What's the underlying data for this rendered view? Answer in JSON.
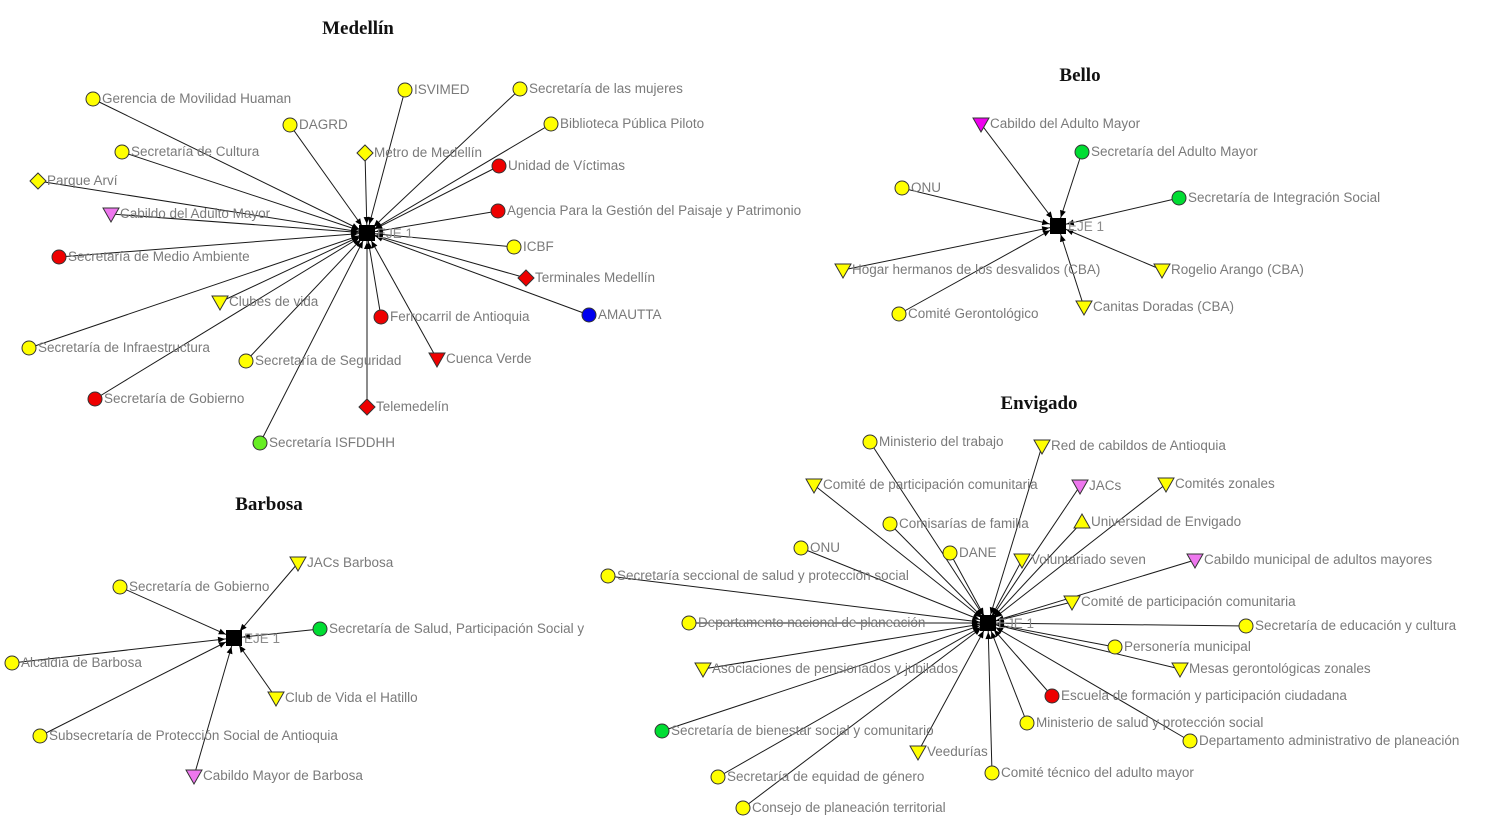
{
  "colors": {
    "yellow": "#ffff00",
    "red": "#ee0000",
    "green_light": "#66ee22",
    "green": "#00dd33",
    "blue": "#0000ee",
    "pink": "#ee77ee",
    "magenta": "#ee00ee",
    "hub": "#000000"
  },
  "networks": [
    {
      "id": "medellin",
      "title": "Medellín",
      "hub_label": "EJE 1",
      "nodes": [
        {
          "label": "Gerencia de Movilidad Huaman",
          "shape": "circle",
          "color": "yellow"
        },
        {
          "label": "ISVIMED",
          "shape": "circle",
          "color": "yellow"
        },
        {
          "label": "Secretaría de las mujeres",
          "shape": "circle",
          "color": "yellow"
        },
        {
          "label": "DAGRD",
          "shape": "circle",
          "color": "yellow"
        },
        {
          "label": "Biblioteca Pública Piloto",
          "shape": "circle",
          "color": "yellow"
        },
        {
          "label": "Secretaría de Cultura",
          "shape": "circle",
          "color": "yellow"
        },
        {
          "label": "Metro de Medellín",
          "shape": "diamond",
          "color": "yellow"
        },
        {
          "label": "Unidad de Víctimas",
          "shape": "circle",
          "color": "red"
        },
        {
          "label": "Parque Arví",
          "shape": "diamond",
          "color": "yellow"
        },
        {
          "label": "Agencia Para la Gestión del Paisaje y Patrimonio",
          "shape": "circle",
          "color": "red"
        },
        {
          "label": "Cabildo del  Adulto Mayor",
          "shape": "triangle-down",
          "color": "pink"
        },
        {
          "label": "ICBF",
          "shape": "circle",
          "color": "yellow"
        },
        {
          "label": "Secretaría de Medio Ambiente",
          "shape": "circle",
          "color": "red"
        },
        {
          "label": "Terminales Medellín",
          "shape": "diamond",
          "color": "red"
        },
        {
          "label": "Clubes de vida",
          "shape": "triangle-down",
          "color": "yellow"
        },
        {
          "label": "Ferrocarril de Antioquia",
          "shape": "circle",
          "color": "red"
        },
        {
          "label": "AMAUTTA",
          "shape": "circle",
          "color": "blue"
        },
        {
          "label": "Secretaría de Infraestructura",
          "shape": "circle",
          "color": "yellow"
        },
        {
          "label": "Secretaría de Seguridad",
          "shape": "circle",
          "color": "yellow"
        },
        {
          "label": "Cuenca Verde",
          "shape": "triangle-down",
          "color": "red"
        },
        {
          "label": "Secretaría de Gobierno",
          "shape": "circle",
          "color": "red"
        },
        {
          "label": "Telemedelín",
          "shape": "diamond",
          "color": "red"
        },
        {
          "label": "Secretaría ISFDDHH",
          "shape": "circle",
          "color": "green_light"
        }
      ]
    },
    {
      "id": "bello",
      "title": "Bello",
      "hub_label": "EJE 1",
      "nodes": [
        {
          "label": "Cabildo del Adulto Mayor",
          "shape": "triangle-down",
          "color": "magenta"
        },
        {
          "label": "Secretaría del Adulto Mayor",
          "shape": "circle",
          "color": "green"
        },
        {
          "label": "ONU",
          "shape": "circle",
          "color": "yellow"
        },
        {
          "label": "Secretaría de Integración Social",
          "shape": "circle",
          "color": "green"
        },
        {
          "label": "Hogar hermanos de los desvalidos (CBA)",
          "shape": "triangle-down",
          "color": "yellow"
        },
        {
          "label": "Rogelio Arango (CBA)",
          "shape": "triangle-down",
          "color": "yellow"
        },
        {
          "label": "Canitas Doradas (CBA)",
          "shape": "triangle-down",
          "color": "yellow"
        },
        {
          "label": "Comité Gerontológico",
          "shape": "circle",
          "color": "yellow"
        }
      ]
    },
    {
      "id": "barbosa",
      "title": "Barbosa",
      "hub_label": "EJE 1",
      "nodes": [
        {
          "label": "JACs Barbosa",
          "shape": "triangle-down",
          "color": "yellow"
        },
        {
          "label": "Secretaría de Gobierno",
          "shape": "circle",
          "color": "yellow"
        },
        {
          "label": "Secretaría de Salud, Participación Social y",
          "shape": "circle",
          "color": "green"
        },
        {
          "label": "Alcaldía de Barbosa",
          "shape": "circle",
          "color": "yellow"
        },
        {
          "label": "Club de Vida el Hatillo",
          "shape": "triangle-down",
          "color": "yellow"
        },
        {
          "label": "Subsecretaría de Protección Social de Antioquia",
          "shape": "circle",
          "color": "yellow"
        },
        {
          "label": "Cabildo Mayor de Barbosa",
          "shape": "triangle-down",
          "color": "pink"
        }
      ]
    },
    {
      "id": "envigado",
      "title": "Envigado",
      "hub_label": "EJE 1",
      "nodes": [
        {
          "label": "Ministerio del trabajo",
          "shape": "circle",
          "color": "yellow"
        },
        {
          "label": "Red de cabildos de Antioquia",
          "shape": "triangle-down",
          "color": "yellow"
        },
        {
          "label": "Comité de participación comunitaria",
          "shape": "triangle-down",
          "color": "yellow"
        },
        {
          "label": "JACs",
          "shape": "triangle-down",
          "color": "pink"
        },
        {
          "label": "Comités zonales",
          "shape": "triangle-down",
          "color": "yellow"
        },
        {
          "label": "Comisarías de familia",
          "shape": "circle",
          "color": "yellow"
        },
        {
          "label": "Universidad de Envigado",
          "shape": "triangle-up",
          "color": "yellow"
        },
        {
          "label": "ONU",
          "shape": "circle",
          "color": "yellow"
        },
        {
          "label": "DANE",
          "shape": "circle",
          "color": "yellow"
        },
        {
          "label": "Voluntariado seven",
          "shape": "triangle-down",
          "color": "yellow"
        },
        {
          "label": "Cabildo municipal de adultos mayores",
          "shape": "triangle-down",
          "color": "pink"
        },
        {
          "label": "Secretaría seccional de salud y protección social",
          "shape": "circle",
          "color": "yellow"
        },
        {
          "label": "Comité de participación comunitaria",
          "shape": "triangle-down",
          "color": "yellow"
        },
        {
          "label": "Departamento nacional de planeación",
          "shape": "circle",
          "color": "yellow"
        },
        {
          "label": "Secretaría de educación y cultura",
          "shape": "circle",
          "color": "yellow"
        },
        {
          "label": "Personería municipal",
          "shape": "circle",
          "color": "yellow"
        },
        {
          "label": "Asociaciones de pensionados y jubilados",
          "shape": "triangle-down",
          "color": "yellow"
        },
        {
          "label": "Mesas gerontológicas zonales",
          "shape": "triangle-down",
          "color": "yellow"
        },
        {
          "label": "Escuela de formación y participación ciudadana",
          "shape": "circle",
          "color": "red"
        },
        {
          "label": "Ministerio de salud y protección social",
          "shape": "circle",
          "color": "yellow"
        },
        {
          "label": "Secretaría de bienestar social y comunitario",
          "shape": "circle",
          "color": "green"
        },
        {
          "label": "Departamento administrativo de planeación",
          "shape": "circle",
          "color": "yellow"
        },
        {
          "label": "Veedurías",
          "shape": "triangle-down",
          "color": "yellow"
        },
        {
          "label": "Secretaría de equidad de género",
          "shape": "circle",
          "color": "yellow"
        },
        {
          "label": "Comité técnico del adulto mayor",
          "shape": "circle",
          "color": "yellow"
        },
        {
          "label": "Consejo de planeación territorial",
          "shape": "circle",
          "color": "yellow"
        }
      ]
    }
  ]
}
